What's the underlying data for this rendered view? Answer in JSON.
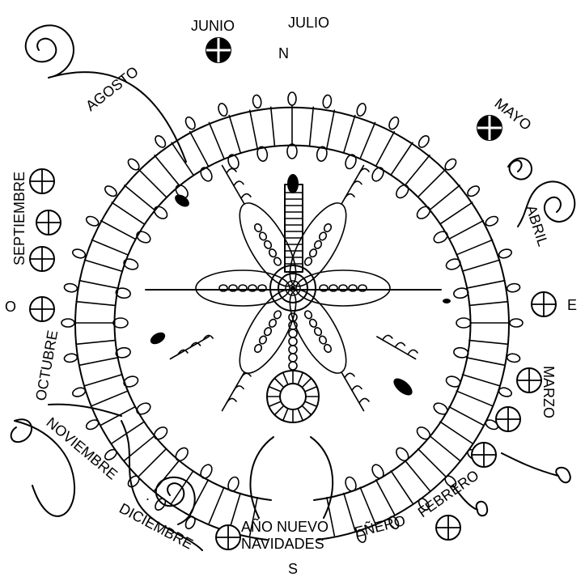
{
  "diagram": {
    "cardinal": {
      "north": "N",
      "south": "S",
      "east": "E",
      "west": "O"
    },
    "months": [
      {
        "key": "junio",
        "text": "JUNIO"
      },
      {
        "key": "julio",
        "text": "JULIO"
      },
      {
        "key": "mayo",
        "text": "MAYO"
      },
      {
        "key": "abril",
        "text": "ABRIL"
      },
      {
        "key": "marzo",
        "text": "MARZO"
      },
      {
        "key": "febrero",
        "text": "FEBRERO"
      },
      {
        "key": "enero",
        "text": "EÑERO"
      },
      {
        "key": "agosto",
        "text": "AGOSTO"
      },
      {
        "key": "septiembre",
        "text": "SEPTIEMBRE"
      },
      {
        "key": "octubre",
        "text": "OCTUBRE"
      },
      {
        "key": "noviembre",
        "text": "NOVIEMBRE"
      },
      {
        "key": "diciembre",
        "text": "DICIEMBRE"
      }
    ],
    "center_labels": {
      "ano_nuevo": "AÑO NUEVO",
      "navidades": "NAVIDADES"
    },
    "separator_dot": ".",
    "colors": {
      "ink": "#000000",
      "paper": "#ffffff"
    }
  }
}
